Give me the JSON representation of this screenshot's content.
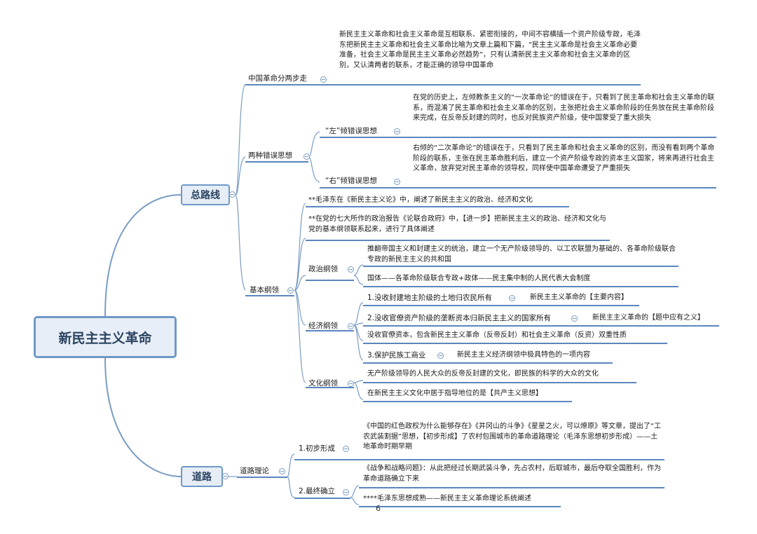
{
  "root": {
    "label": "新民主主义革命"
  },
  "zonglu": {
    "label": "总路线",
    "liangbu": {
      "label": "中国革命分两步走",
      "text": "新民主主义革命和社会主义革命是互相联系、紧密衔接的，中间不容横插一个资产阶级专政，毛泽东把新民主主义革命和社会主义革命比喻为文章上篇和下篇，“民主主义革命是社会主义革命必要准备，社会主义革命是民主主义革命必然趋势”，只有认清新民主主义革命和社会主义革命的区别，又认清两者的联系，才能正确的领导中国革命"
    },
    "cuowu": {
      "label": "两种错误思想",
      "zuo_label": "“左”倾错误思想",
      "zuo_text": "在党的历史上，左倾教条主义的“一次革命论”的错误在于，只看到了民主革命和社会主义革命的联系，而混淆了民主革命和社会主义革命的区别，主张把社会主义革命阶段的任务放在民主革命阶段来完成，在反帝反封建的同时，也反对民族资产阶级，使中国蒙受了重大损失",
      "you_label": "“右”倾错误思想",
      "you_text": "右倾的“二次革命论”的错误在于，只看到了民主革命和社会主义革命的区别，而没有看到两个革命阶段的联系，主张在民主革命胜利后，建立一个资产阶级专政的资本主义国家，将来再进行社会主义革命，放弃党对民主革命的领导权，同样使中国革命遭受了严重损失"
    },
    "gangling": {
      "label": "基本纲领",
      "note1": "**毛泽东在《新民主主义论》中，阐述了新民主主义的政治、经济和文化",
      "note2": "**在党的七大所作的政治报告《论联合政府》中，【进一步】把新民主主义的政治、经济和文化与党的基本纲领联系起来，进行了具体阐述",
      "zhengzhi": {
        "label": "政治纲领",
        "a": "推翻帝国主义和封建主义的统治，建立一个无产阶级领导的、以工农联盟为基础的、各革命阶级联合专政的新民主主义的共和国",
        "b": "国体——各革命阶级联合专政+政体——民主集中制的人民代表大会制度"
      },
      "jingji": {
        "label": "经济纲领",
        "i1": "1.没收封建地主阶级的土地归农民所有",
        "i1_note": "新民主主义革命的【主要内容】",
        "i2": "2.没收官僚资产阶级的垄断资本归新民主主义的国家所有",
        "i2_note": "新民主主义革命的【题中应有之义】",
        "i2_extra": "没收官僚资本，包含新民主主义革命（反帝反封）和社会主义革命（反资）双重性质",
        "i3": "3.保护民族工商业",
        "i3_note": "新民主主义经济纲领中极具特色的一项内容"
      },
      "wenhua": {
        "label": "文化纲领",
        "a": "无产阶级领导的人民大众的反帝反封建的文化，即民族的科学的大众的文化",
        "b": "在新民主主义文化中居于指导地位的是【共产主义思想】"
      }
    }
  },
  "daolu": {
    "label": "道路",
    "lilun": {
      "label": "道路理论",
      "chubu_label": "1.初步形成",
      "chubu_text": "《中国的红色政权为什么能够存在》《井冈山的斗争》《星星之火，可以燎原》等文章，提出了“工农武装割据”思想，【初步形成】了农村包围城市的革命道路理论（毛泽东思想初步形成）——土地革命时期早期",
      "queli_label": "2.最终确立",
      "queli_text": "《战争和战略问题》：从此把经过长期武装斗争，先占农村，后取城市，最后夺取全国胜利，作为革命道路确立下来",
      "queli_note": "****毛泽东思想成熟——新民主主义革命理论系统阐述"
    }
  },
  "page_number": "6",
  "colors": {
    "accent": "#6f98c6",
    "line": "#7a9cc4",
    "underline": "#5b86bf"
  }
}
